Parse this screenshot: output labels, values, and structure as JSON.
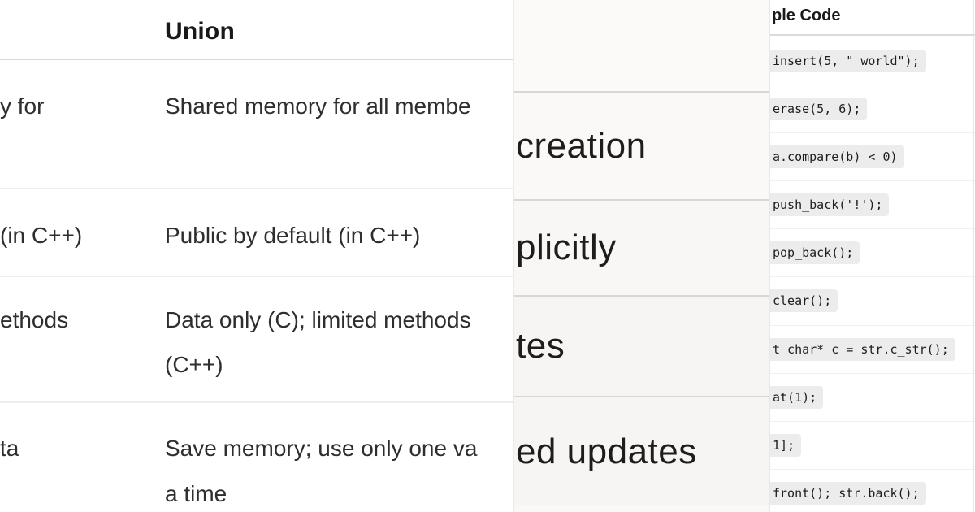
{
  "left_table": {
    "header": {
      "col1": "",
      "col2": "Union"
    },
    "rows": [
      {
        "col1": "y for",
        "col2_lines": [
          "Shared memory for all membe"
        ]
      },
      {
        "col1": "(in C++)",
        "col2_lines": [
          "Public by default (in C++)"
        ]
      },
      {
        "col1": "ethods",
        "col2_lines": [
          "Data only (C); limited methods",
          "(C++)"
        ]
      },
      {
        "col1": "ta",
        "col2_lines": [
          "Save memory; use only one va",
          "a time"
        ]
      }
    ]
  },
  "middle_panel": {
    "rows": [
      "",
      "creation",
      "plicitly",
      "tes",
      "ed updates"
    ]
  },
  "right_column": {
    "header": "ple Code",
    "code_snippets": [
      "insert(5, \" world\");",
      "erase(5, 6);",
      "a.compare(b) < 0)",
      "push_back('!');",
      "pop_back();",
      "clear();",
      "t char* c = str.c_str();",
      "at(1);",
      "1];",
      "front(); str.back();"
    ]
  },
  "colors": {
    "page_background": "#ffffff",
    "panel_background": "#f9f8f6",
    "panel_divider": "#d9d7d4",
    "table_header_divider": "#d9d9d9",
    "table_row_divider": "#eeedec",
    "code_chip_background": "#ececec",
    "code_row_divider": "#f0f0f0",
    "text_primary": "#1d1d1d",
    "text_table": "#2e2e2e"
  }
}
